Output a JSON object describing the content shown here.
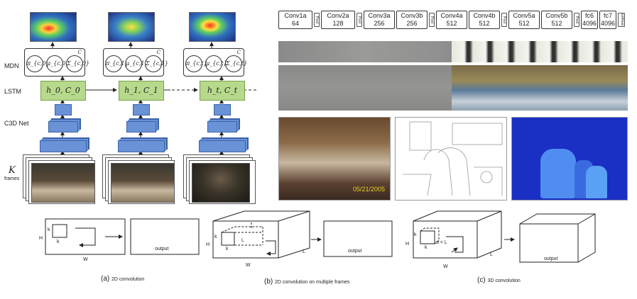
{
  "left_diagram": {
    "row_labels": {
      "mdn": "MDN",
      "lstm": "LSTM",
      "c3d": "C3D Net",
      "k": "K",
      "frames": "frames"
    },
    "mdn_c": "C",
    "columns": [
      {
        "mdn": [
          "π_{c,0}",
          "μ_{c,0}",
          "Σ_{c,0}"
        ],
        "lstm": "h_0, C_0"
      },
      {
        "mdn": [
          "π_{c,1}",
          "μ_{c,1}",
          "Σ_{c,1}"
        ],
        "lstm": "h_1, C_1"
      },
      {
        "mdn": [
          "π_{c,t}",
          "μ_{c,t}",
          "Σ_{c,t}"
        ],
        "lstm": "h_t, C_t"
      }
    ]
  },
  "c3d_arch": {
    "layers": [
      {
        "name": "Conv1a",
        "ch": "64"
      },
      {
        "name": "Conv2a",
        "ch": "128"
      },
      {
        "name": "Conv3a",
        "ch": "256"
      },
      {
        "name": "Conv3b",
        "ch": "256"
      },
      {
        "name": "Conv4a",
        "ch": "512"
      },
      {
        "name": "Conv4b",
        "ch": "512"
      },
      {
        "name": "Conv5a",
        "ch": "512"
      },
      {
        "name": "Conv5b",
        "ch": "512"
      },
      {
        "name": "fc6",
        "ch": "4096"
      },
      {
        "name": "fc7",
        "ch": "4096"
      }
    ],
    "pool_label": "Pool",
    "softmax_label": "softmax"
  },
  "photo": {
    "timestamp": "05/21/2005"
  },
  "bottom": {
    "a": {
      "caption_letter": "(a)",
      "caption": "2D convolution",
      "k1": "k",
      "k2": "k",
      "h": "H",
      "w": "W",
      "output": "output"
    },
    "b": {
      "caption_letter": "(b)",
      "caption": "2D convolution on multiple frames",
      "k1": "k",
      "k2": "k",
      "h": "H",
      "w": "W",
      "l": "L",
      "output": "output"
    },
    "c": {
      "caption_letter": "(c)",
      "caption": "3D convolution",
      "k1": "k",
      "k2": "k",
      "h": "H",
      "w": "W",
      "l": "L",
      "d": "d < L",
      "output": "output"
    }
  },
  "colors": {
    "lstm_green": "#b7d98c",
    "c3d_blue": "#6a92d6",
    "depth_blue": "#1a2fc4",
    "depth_light": "#4f8ef0"
  }
}
